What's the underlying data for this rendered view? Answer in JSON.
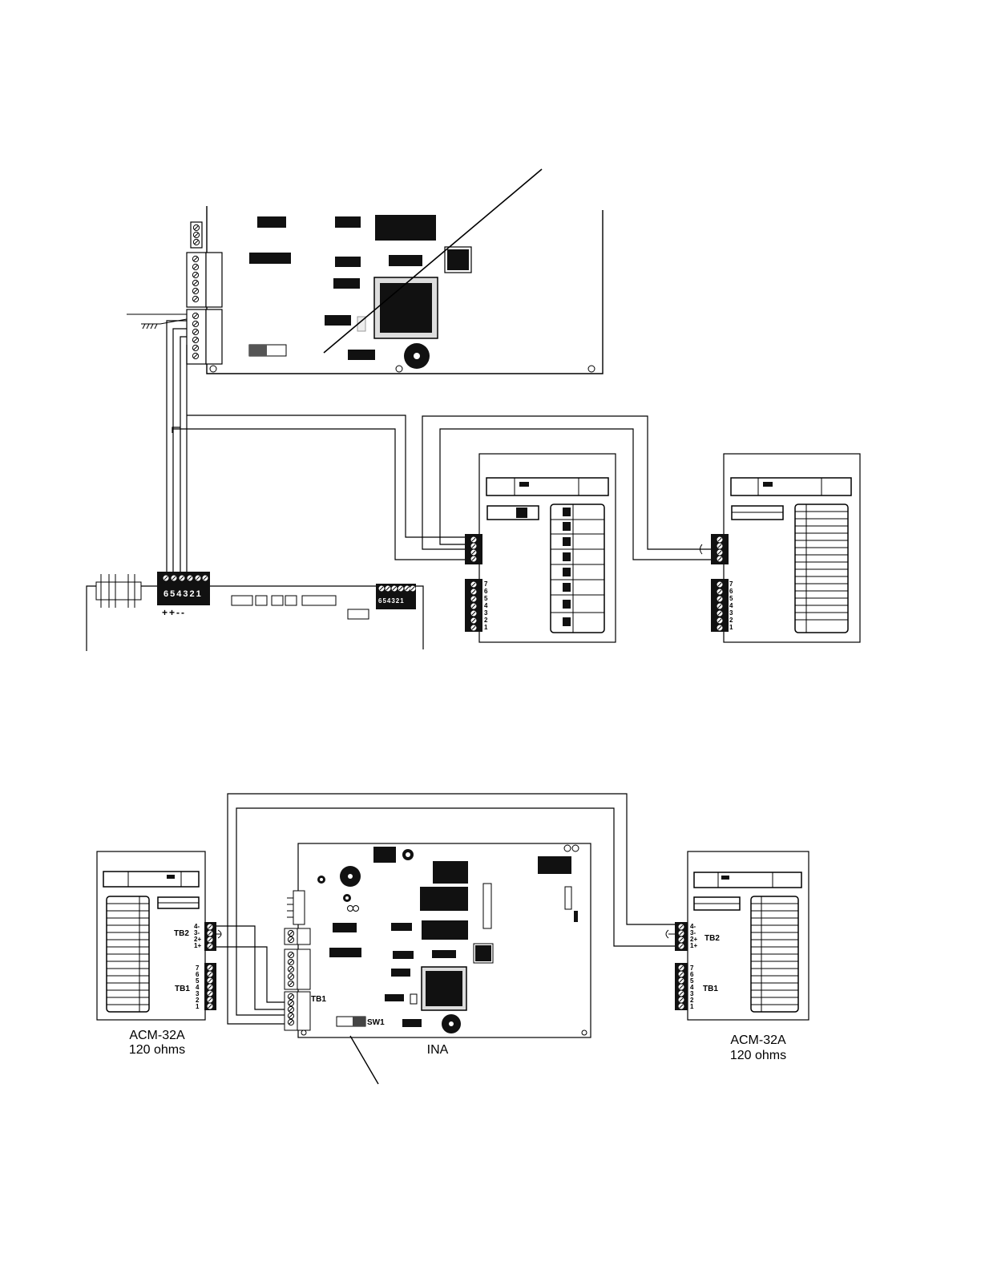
{
  "top": {
    "panel_terminal_digits": "654321",
    "panel_terminal_digits_right": "654321",
    "panel_polarity": "++--",
    "annunciator_tb1_pins": [
      "7",
      "6",
      "5",
      "4",
      "3",
      "2",
      "1"
    ]
  },
  "bottom": {
    "left_module": {
      "name": "ACM-32A",
      "resistance": "120 ohms",
      "tb2_label": "TB2",
      "tb1_label": "TB1",
      "tb2_pins": [
        "4-",
        "3-",
        "2+",
        "1+"
      ],
      "tb1_pins": [
        "7",
        "6",
        "5",
        "4",
        "3",
        "2",
        "1"
      ]
    },
    "right_module": {
      "name": "ACM-32A",
      "resistance": "120 ohms",
      "tb2_label": "TB2",
      "tb1_label": "TB1",
      "tb2_pins": [
        "4-",
        "3-",
        "2+",
        "1+"
      ],
      "tb1_pins": [
        "7",
        "6",
        "5",
        "4",
        "3",
        "2",
        "1"
      ]
    },
    "ina": {
      "name": "INA",
      "tb1_label": "TB1",
      "sw1_label": "SW1"
    }
  }
}
